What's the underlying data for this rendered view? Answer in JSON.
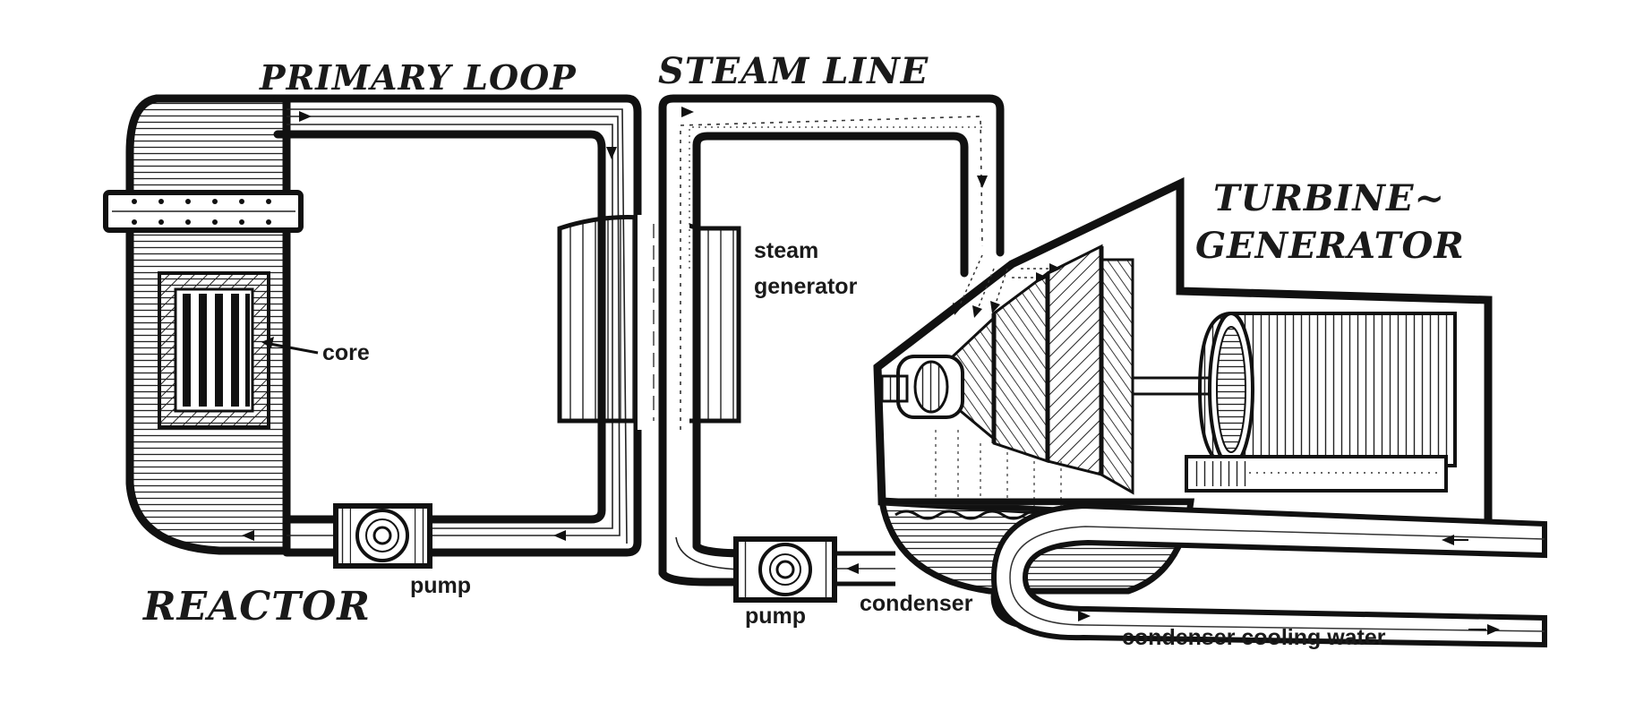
{
  "labels": {
    "primary_loop": "PRIMARY LOOP",
    "steam_line": "STEAM LINE",
    "turbine_line1": "TURBINE~",
    "turbine_line2": "GENERATOR",
    "reactor": "REACTOR",
    "core": "core",
    "steam_generator_line1": "steam",
    "steam_generator_line2": "generator",
    "pump_primary": "pump",
    "pump_secondary": "pump",
    "condenser": "condenser",
    "cooling_water": "condenser cooling water"
  },
  "colors": {
    "ink": "#111111",
    "paper": "#ffffff"
  }
}
